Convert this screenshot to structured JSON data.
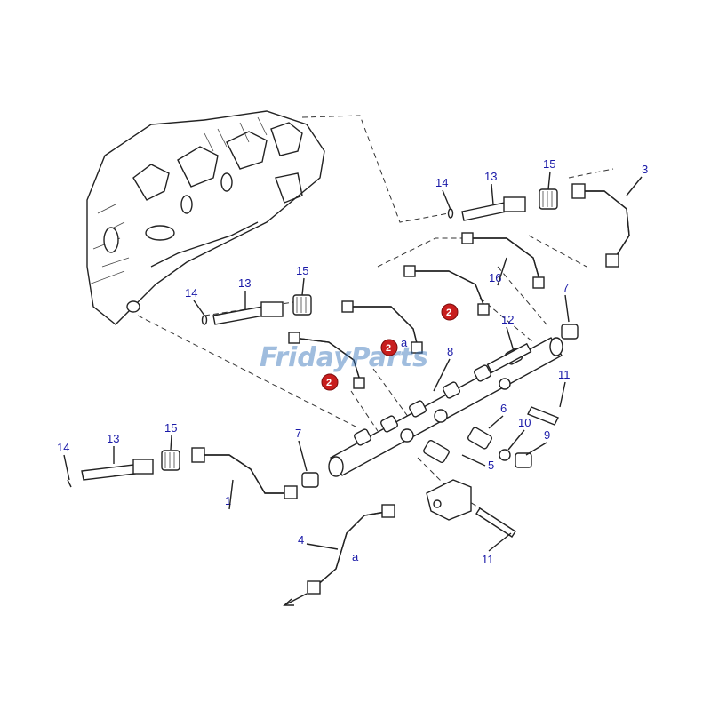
{
  "watermark": {
    "text": "FridayParts",
    "color_primary": "#2f6fb7",
    "color_secondary": "#f0a030"
  },
  "colors": {
    "callout": "#1a1aa8",
    "badge": "#c81e1e",
    "line": "#222222"
  },
  "labels": {
    "c1": "1",
    "c2a": "2",
    "c2b": "2",
    "c2c": "2",
    "c3": "3",
    "c4": "4",
    "c5": "5",
    "c6": "6",
    "c7a": "7",
    "c7b": "7",
    "c8": "8",
    "c9": "9",
    "c10": "10",
    "c11a": "11",
    "c11b": "11",
    "c12": "12",
    "c13a": "13",
    "c13b": "13",
    "c13c": "13",
    "c14a": "14",
    "c14b": "14",
    "c14c": "14",
    "c15a": "15",
    "c15b": "15",
    "c15c": "15",
    "c16": "16",
    "ra": "a",
    "rb": "a"
  }
}
